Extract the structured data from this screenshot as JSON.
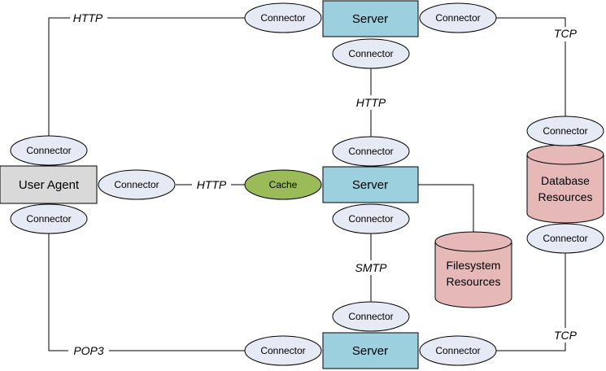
{
  "nodes": {
    "user_agent": "User Agent",
    "server_top": "Server",
    "server_middle": "Server",
    "server_bottom": "Server",
    "cache": "Cache",
    "database": [
      "Database",
      "Resources"
    ],
    "filesystem": [
      "Filesystem",
      "Resources"
    ]
  },
  "connector_label": "Connector",
  "protocols": {
    "top_left": "HTTP",
    "top_right": "TCP",
    "top_vertical": "HTTP",
    "middle_left": "HTTP",
    "middle_vertical": "SMTP",
    "bottom_left": "POP3",
    "bottom_right": "TCP"
  },
  "colors": {
    "server_fill": "#9dd0de",
    "user_agent_fill": "#d9d9d9",
    "cache_fill": "#9bbb59",
    "resource_fill": "#e6b9b8",
    "connector_fill": "#e6eaf5"
  }
}
